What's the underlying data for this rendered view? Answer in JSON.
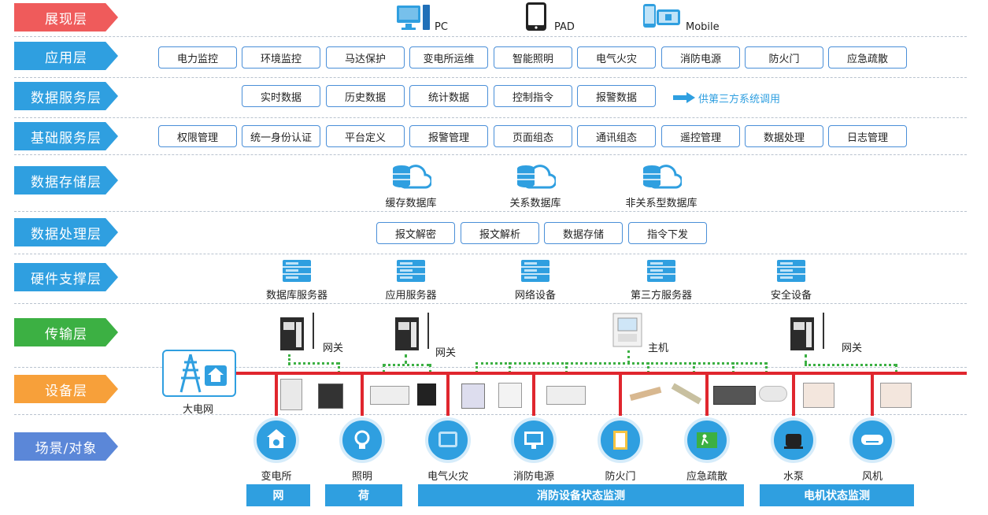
{
  "layers": [
    {
      "label": "展现层",
      "color": "#ef5b5b"
    },
    {
      "label": "应用层",
      "color": "#2f9fe0"
    },
    {
      "label": "数据服务层",
      "color": "#2f9fe0"
    },
    {
      "label": "基础服务层",
      "color": "#2f9fe0"
    },
    {
      "label": "数据存储层",
      "color": "#2f9fe0"
    },
    {
      "label": "数据处理层",
      "color": "#2f9fe0"
    },
    {
      "label": "硬件支撑层",
      "color": "#2f9fe0"
    },
    {
      "label": "传输层",
      "color": "#3cb043"
    },
    {
      "label": "设备层",
      "color": "#f7a03a"
    },
    {
      "label": "场景/对象",
      "color": "#5b87d8"
    }
  ],
  "presentation": [
    {
      "label": "PC",
      "icon": "pc-icon"
    },
    {
      "label": "PAD",
      "icon": "tablet-icon"
    },
    {
      "label": "Mobile",
      "icon": "mobile-icon"
    }
  ],
  "application": [
    "电力监控",
    "环境监控",
    "马达保护",
    "变电所运维",
    "智能照明",
    "电气火灾",
    "消防电源",
    "防火门",
    "应急疏散"
  ],
  "data_service": {
    "items": [
      "实时数据",
      "历史数据",
      "统计数据",
      "控制指令",
      "报警数据"
    ],
    "third_party": "供第三方系统调用"
  },
  "base_service": [
    "权限管理",
    "统一身份认证",
    "平台定义",
    "报警管理",
    "页面组态",
    "通讯组态",
    "遥控管理",
    "数据处理",
    "日志管理"
  ],
  "storage": [
    "缓存数据库",
    "关系数据库",
    "非关系型数据库"
  ],
  "processing": [
    "报文解密",
    "报文解析",
    "数据存储",
    "指令下发"
  ],
  "hardware": [
    "数据库服务器",
    "应用服务器",
    "网络设备",
    "第三方服务器",
    "安全设备"
  ],
  "transport": {
    "gateway": "网关",
    "host": "主机"
  },
  "grid": "大电网",
  "scenes": [
    "变电所",
    "照明",
    "电气火灾",
    "消防电源",
    "防火门",
    "应急疏散",
    "水泵",
    "风机"
  ],
  "footer": [
    "网",
    "荷",
    "消防设备状态监测",
    "电机状态监测"
  ]
}
